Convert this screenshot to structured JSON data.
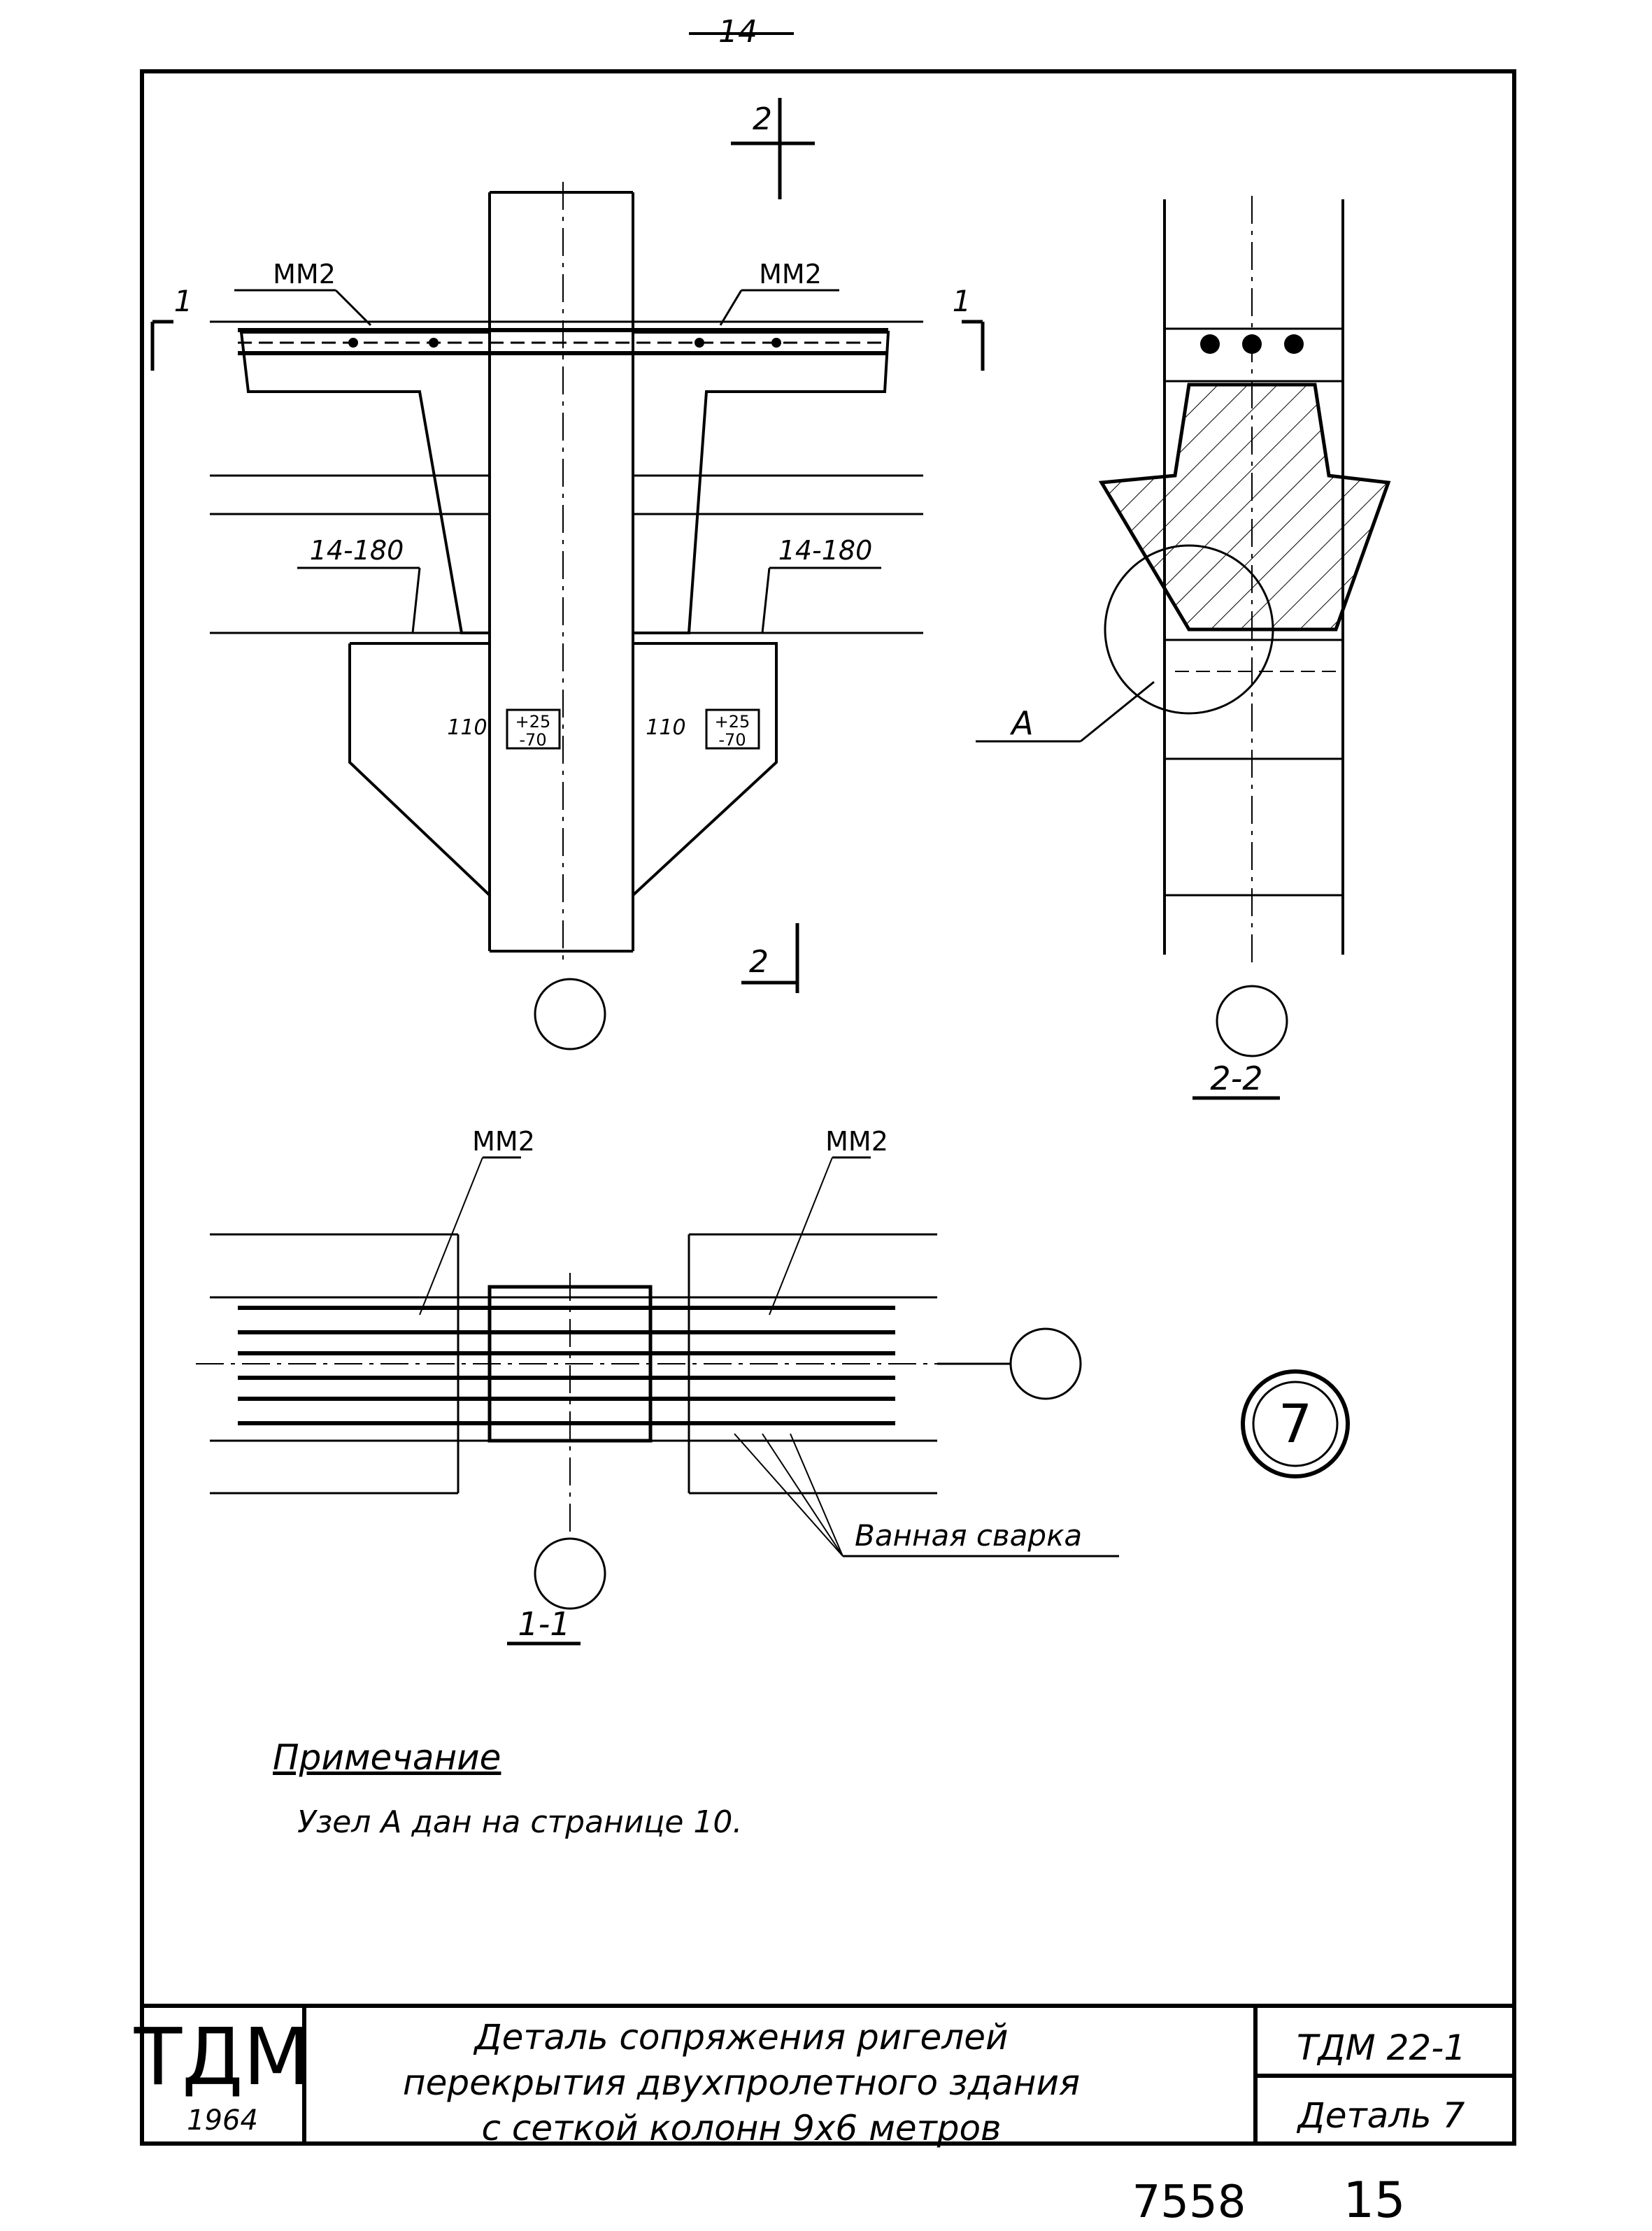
{
  "page": {
    "top_number": "14",
    "bottom_number": "15",
    "archive_number": "7558"
  },
  "elevation": {
    "mm2_left": "ММ2",
    "mm2_right": "ММ2",
    "rebar_left": "14-180",
    "rebar_right": "14-180",
    "dim_left": "110",
    "dim_right": "110",
    "tol_top_left": "+25",
    "tol_bot_left": "-70",
    "tol_top_right": "+25",
    "tol_bot_right": "-70",
    "cut1_left": "1",
    "cut1_right": "1",
    "cut2_top": "2",
    "cut2_bottom": "2"
  },
  "section_2_2": {
    "node_label": "А",
    "title": "2-2"
  },
  "section_1_1": {
    "mm2_left": "ММ2",
    "mm2_right": "ММ2",
    "weld_label": "Ванная сварка",
    "title": "1-1"
  },
  "badge": "7",
  "note": {
    "heading": "Примечание",
    "text": "Узел  А  дан  на  странице 10."
  },
  "title_block": {
    "org": "ТДМ",
    "year": "1964",
    "title_line1": "Деталь  сопряжения  ригелей",
    "title_line2": "перекрытия  двухпролетного  здания",
    "title_line3": "с  сеткой  колонн   9х6  метров",
    "code": "ТДМ 22-1",
    "detail": "Деталь 7"
  }
}
